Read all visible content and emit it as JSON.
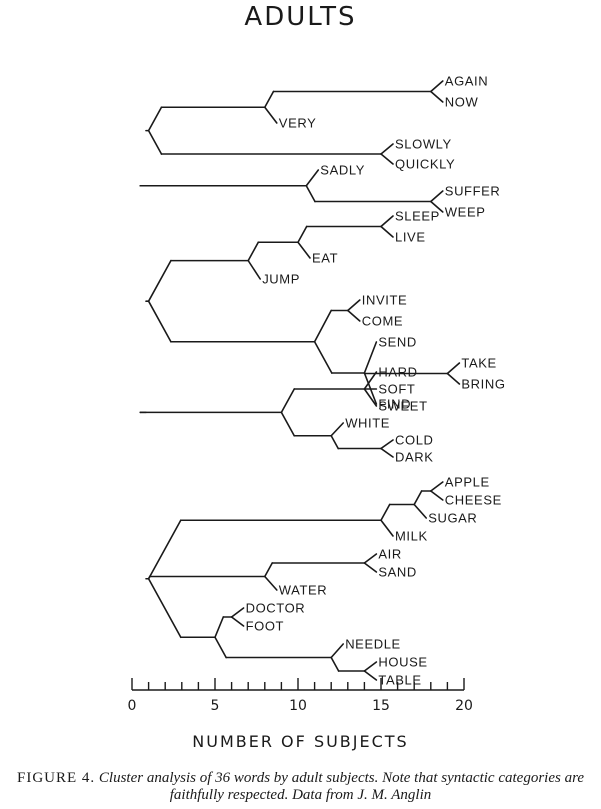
{
  "title": "ADULTS",
  "axis_label": "NUMBER OF SUBJECTS",
  "caption": {
    "lead": "FIGURE 4.",
    "text": "Cluster analysis of 36 words by adult subjects. Note that syntactic categories are faithfully respected. Data from J. M. Anglin"
  },
  "colors": {
    "ink": "#1a1a1a",
    "background": "#ffffff"
  },
  "axis": {
    "min": 0,
    "max": 20,
    "major_ticks": [
      0,
      5,
      10,
      15,
      20
    ],
    "minor_step": 1
  },
  "clusters": [
    {
      "id": "adverbs",
      "tree": {
        "h": 1,
        "children": [
          {
            "h": 8,
            "children": [
              {
                "h": 18,
                "children": [
                  {
                    "leaf": "AGAIN"
                  },
                  {
                    "leaf": "NOW"
                  }
                ]
              },
              {
                "leaf": "VERY"
              }
            ]
          },
          {
            "h": 15,
            "children": [
              {
                "leaf": "SLOWLY"
              },
              {
                "leaf": "QUICKLY"
              }
            ]
          }
        ]
      }
    },
    {
      "id": "verbs-1",
      "tree": {
        "h": 0.5,
        "children": [
          {
            "h": 10.5,
            "children": [
              {
                "leaf": "SADLY"
              },
              {
                "h": 18,
                "children": [
                  {
                    "leaf": "SUFFER"
                  },
                  {
                    "leaf": "WEEP"
                  }
                ]
              }
            ]
          }
        ]
      }
    },
    {
      "id": "verbs-2",
      "tree": {
        "h": 1,
        "children": [
          {
            "h": 7,
            "children": [
              {
                "h": 10,
                "children": [
                  {
                    "h": 15,
                    "children": [
                      {
                        "leaf": "SLEEP"
                      },
                      {
                        "leaf": "LIVE"
                      }
                    ]
                  },
                  {
                    "leaf": "EAT"
                  }
                ]
              },
              {
                "leaf": "JUMP"
              }
            ]
          },
          {
            "h": 11,
            "children": [
              {
                "h": 13,
                "children": [
                  {
                    "leaf": "INVITE"
                  },
                  {
                    "leaf": "COME"
                  }
                ]
              },
              {
                "h": 14,
                "children": [
                  {
                    "leaf": "SEND"
                  },
                  {
                    "h": 19,
                    "children": [
                      {
                        "leaf": "TAKE"
                      },
                      {
                        "leaf": "BRING"
                      }
                    ]
                  },
                  {
                    "leaf": "FIND"
                  }
                ]
              }
            ]
          }
        ]
      }
    },
    {
      "id": "adjectives",
      "tree": {
        "h": 0.5,
        "children": [
          {
            "h": 9,
            "children": [
              {
                "h": 14,
                "children": [
                  {
                    "leaf": "HARD"
                  },
                  {
                    "leaf": "SOFT"
                  },
                  {
                    "leaf": "SWEET"
                  }
                ]
              },
              {
                "h": 12,
                "children": [
                  {
                    "leaf": "WHITE"
                  },
                  {
                    "h": 15,
                    "children": [
                      {
                        "leaf": "COLD"
                      },
                      {
                        "leaf": "DARK"
                      }
                    ]
                  }
                ]
              }
            ]
          }
        ]
      }
    },
    {
      "id": "nouns",
      "tree": {
        "h": 1,
        "children": [
          {
            "h": 15,
            "children": [
              {
                "h": 17,
                "children": [
                  {
                    "h": 18,
                    "children": [
                      {
                        "leaf": "APPLE"
                      },
                      {
                        "leaf": "CHEESE"
                      }
                    ]
                  },
                  {
                    "leaf": "SUGAR"
                  }
                ]
              },
              {
                "leaf": "MILK"
              }
            ]
          },
          {
            "h": 8,
            "children": [
              {
                "h": 14,
                "children": [
                  {
                    "leaf": "AIR"
                  },
                  {
                    "leaf": "SAND"
                  }
                ]
              },
              {
                "leaf": "WATER"
              }
            ]
          },
          {
            "h": 5,
            "children": [
              {
                "h": 6,
                "children": [
                  {
                    "leaf": "DOCTOR"
                  },
                  {
                    "leaf": "FOOT"
                  }
                ]
              },
              {
                "h": 12,
                "children": [
                  {
                    "leaf": "NEEDLE"
                  },
                  {
                    "h": 14,
                    "children": [
                      {
                        "leaf": "HOUSE"
                      },
                      {
                        "leaf": "TABLE"
                      }
                    ]
                  }
                ]
              }
            ]
          }
        ]
      }
    }
  ]
}
